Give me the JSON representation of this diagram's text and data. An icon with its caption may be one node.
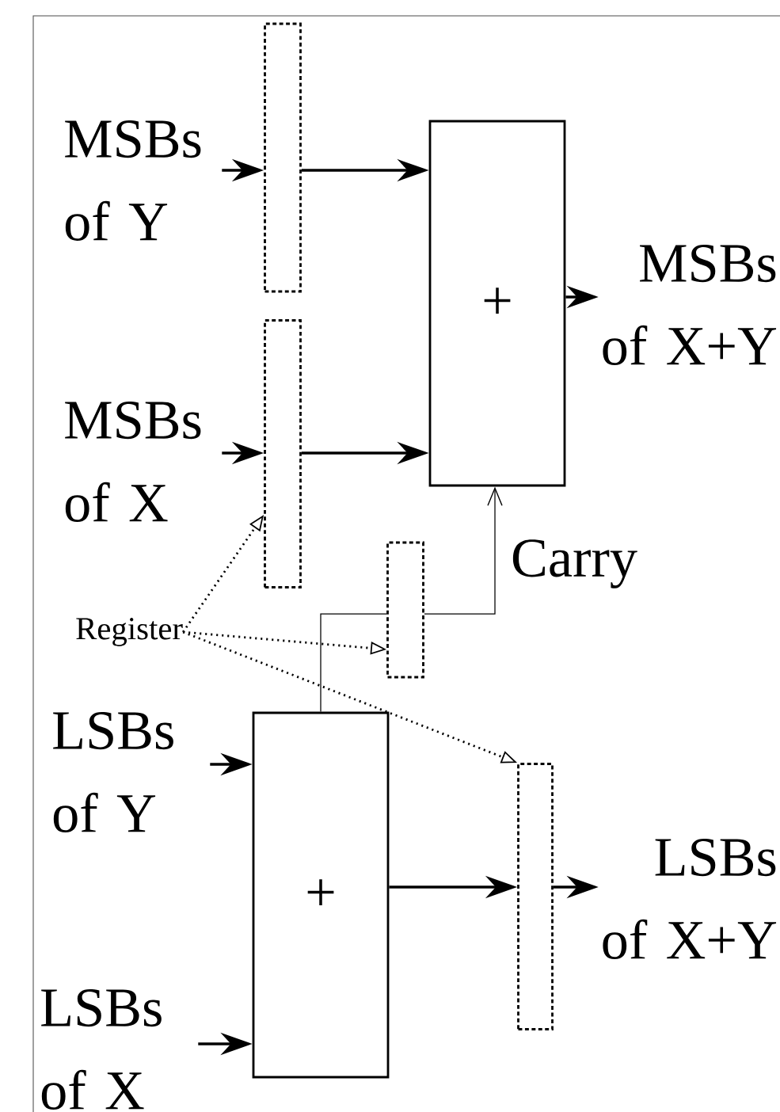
{
  "diagram": {
    "nodes": [
      {
        "text": [
          "MSBs of Y"
        ]
      },
      {
        "text": [],
        "shape": "box"
      },
      {
        "text": [
          "MSBs of X"
        ]
      },
      {
        "text": [],
        "shape": "box"
      },
      {
        "text": [
          "+"
        ]
      },
      {
        "text": [
          "MSBs of X+Y"
        ]
      },
      {
        "text": [
          "Register"
        ]
      },
      {
        "text": [],
        "shape": "box"
      },
      {
        "text": [
          "LSBs of Y"
        ]
      },
      {
        "text": [
          "LSBs of X"
        ]
      },
      {
        "text": [
          "+"
        ]
      },
      {
        "text": [],
        "shape": "box"
      },
      {
        "text": [
          "LSBs of X+Y"
        ]
      }
    ],
    "edges": [
      {
        "from": 0,
        "to": 1,
        "arrow": "to"
      },
      {
        "from": 1,
        "to": 4,
        "arrow": "to"
      },
      {
        "from": 2,
        "to": 3,
        "arrow": "to"
      },
      {
        "from": 3,
        "to": 4,
        "arrow": "to"
      },
      {
        "from": 4,
        "to": 5,
        "arrow": "to"
      },
      {
        "from": 10,
        "to": 7,
        "arrow": "none"
      },
      {
        "from": 7,
        "to": 4,
        "arrow": "to",
        "label": "Carry"
      },
      {
        "from": 6,
        "to": 3,
        "arrow": "to",
        "style": "dashed"
      },
      {
        "from": 6,
        "to": 7,
        "arrow": "to",
        "style": "dashed"
      },
      {
        "from": 6,
        "to": 11,
        "arrow": "to",
        "style": "dashed"
      },
      {
        "from": 8,
        "to": 10,
        "arrow": "to"
      },
      {
        "from": 9,
        "to": 10,
        "arrow": "to"
      },
      {
        "from": 10,
        "to": 11,
        "arrow": "to"
      },
      {
        "from": 11,
        "to": 12,
        "arrow": "to"
      }
    ]
  }
}
